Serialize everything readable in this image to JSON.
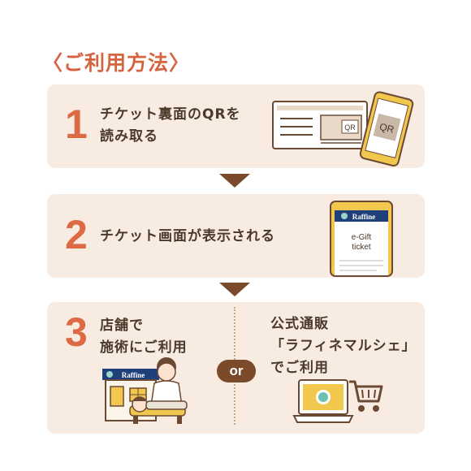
{
  "title": "〈ご利用方法〉",
  "steps": [
    {
      "number": "1",
      "lines": [
        "チケット裏面のQRを",
        "読み取る"
      ]
    },
    {
      "number": "2",
      "lines": [
        "チケット画面が表示される"
      ]
    },
    {
      "number": "3",
      "left_lines": [
        "店舗で",
        "施術にご利用"
      ],
      "right_lines": [
        "公式通販",
        "「ラフィネマルシェ」",
        "でご利用"
      ]
    }
  ],
  "or_label": "or",
  "qr_label": "QR",
  "phone_qr_label": "QR",
  "brand_name": "Raffine",
  "egift_lines": [
    "e-Gift",
    "ticket"
  ],
  "shop_sign": "Raffine",
  "colors": {
    "accent": "#d7633f",
    "panel": "#f8ece2",
    "arrow": "#7a4a2a",
    "phone": "#f2c74e"
  }
}
